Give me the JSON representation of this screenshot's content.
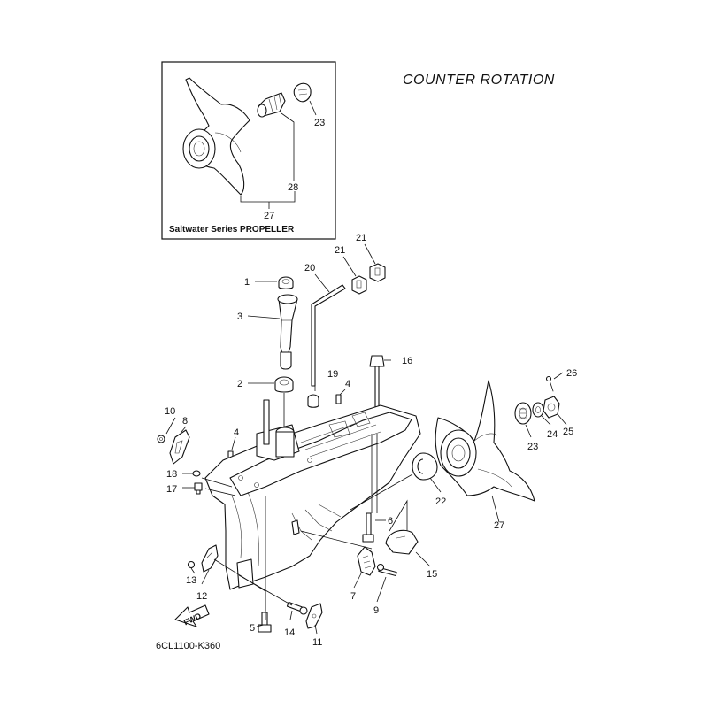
{
  "title": "COUNTER  ROTATION",
  "inset": {
    "caption": "Saltwater Series PROPELLER",
    "callouts": {
      "c23": "23",
      "c28": "28",
      "c27": "27"
    }
  },
  "fwd_label": "FWD",
  "drawing_code": "6CL1100-K360",
  "callouts": {
    "c1": "1",
    "c2": "2",
    "c3": "3",
    "c4a": "4",
    "c4b": "4",
    "c5": "5",
    "c6": "6",
    "c7": "7",
    "c8": "8",
    "c9": "9",
    "c10": "10",
    "c11": "11",
    "c12": "12",
    "c13": "13",
    "c14": "14",
    "c15": "15",
    "c16": "16",
    "c17": "17",
    "c18": "18",
    "c19": "19",
    "c20": "20",
    "c21a": "21",
    "c21b": "21",
    "c22": "22",
    "c23": "23",
    "c24": "24",
    "c25": "25",
    "c26": "26",
    "c27": "27"
  },
  "icons": {
    "fwd": "fwd-arrow-icon"
  }
}
